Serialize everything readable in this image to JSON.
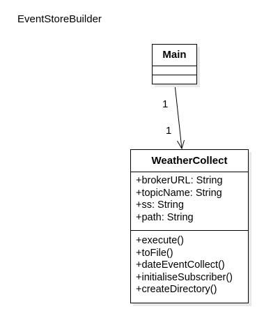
{
  "diagram": {
    "title": "EventStoreBuilder"
  },
  "classes": {
    "main": {
      "name": "Main",
      "attributes": [],
      "operations": []
    },
    "weather_collect": {
      "name": "WeatherCollect",
      "attributes": [
        "+brokerURL: String",
        "+topicName: String",
        "+ss: String",
        "+path: String"
      ],
      "operations": [
        "+execute()",
        "+toFile()",
        "+dateEventCollect()",
        "+initialiseSubscriber()",
        "+createDirectory()"
      ]
    }
  },
  "association": {
    "source_multiplicity": "1",
    "target_multiplicity": "1",
    "arrow": "open"
  },
  "colors": {
    "line": "#000000",
    "shadow": "#e8e8e8"
  }
}
